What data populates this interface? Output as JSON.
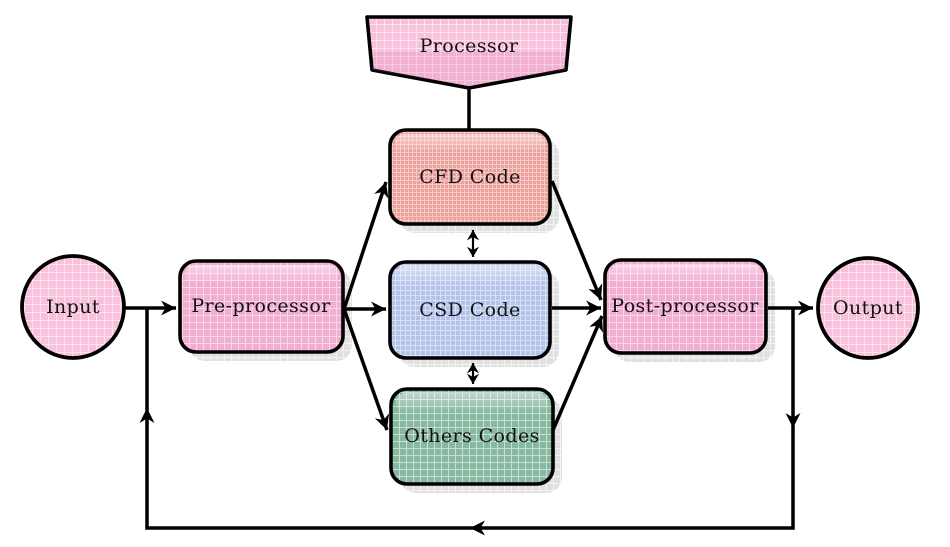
{
  "nodes": {
    "input": {
      "label": "Input",
      "shape": "circle",
      "fill": "#f9c2dc"
    },
    "preprocessor": {
      "label": "Pre-processor",
      "shape": "rounded-rect",
      "fill": "#f2aed0"
    },
    "processor": {
      "label": "Processor",
      "shape": "pentagon-down",
      "fill": "#f9c2dc"
    },
    "cfd": {
      "label": "CFD Code",
      "shape": "rounded-rect",
      "fill": "#eb9f98"
    },
    "csd": {
      "label": "CSD Code",
      "shape": "rounded-rect",
      "fill": "#b4c3ea"
    },
    "others": {
      "label": "Others Codes",
      "shape": "rounded-rect",
      "fill": "#87b9a1"
    },
    "postprocessor": {
      "label": "Post-processor",
      "shape": "rounded-rect",
      "fill": "#f2aed0"
    },
    "output": {
      "label": "Output",
      "shape": "circle",
      "fill": "#f9c2dc"
    }
  },
  "edges": [
    {
      "from": "input",
      "to": "preprocessor",
      "type": "arrow"
    },
    {
      "from": "preprocessor",
      "to": "cfd",
      "type": "arrow"
    },
    {
      "from": "preprocessor",
      "to": "csd",
      "type": "arrow"
    },
    {
      "from": "preprocessor",
      "to": "others",
      "type": "arrow"
    },
    {
      "from": "processor",
      "to": "cfd",
      "type": "plain-line"
    },
    {
      "from": "cfd",
      "to": "csd",
      "type": "double-arrow"
    },
    {
      "from": "csd",
      "to": "others",
      "type": "double-arrow"
    },
    {
      "from": "cfd",
      "to": "postprocessor",
      "type": "arrow"
    },
    {
      "from": "csd",
      "to": "postprocessor",
      "type": "arrow"
    },
    {
      "from": "others",
      "to": "postprocessor",
      "type": "arrow"
    },
    {
      "from": "postprocessor",
      "to": "output",
      "type": "arrow"
    },
    {
      "from": "postprocessor",
      "to": "preprocessor",
      "type": "feedback-loop-arrow"
    }
  ],
  "colors": {
    "line": "#000000",
    "shadow": "#e0e0e0",
    "background": "#ffffff",
    "grid_line": "#ffffff"
  }
}
